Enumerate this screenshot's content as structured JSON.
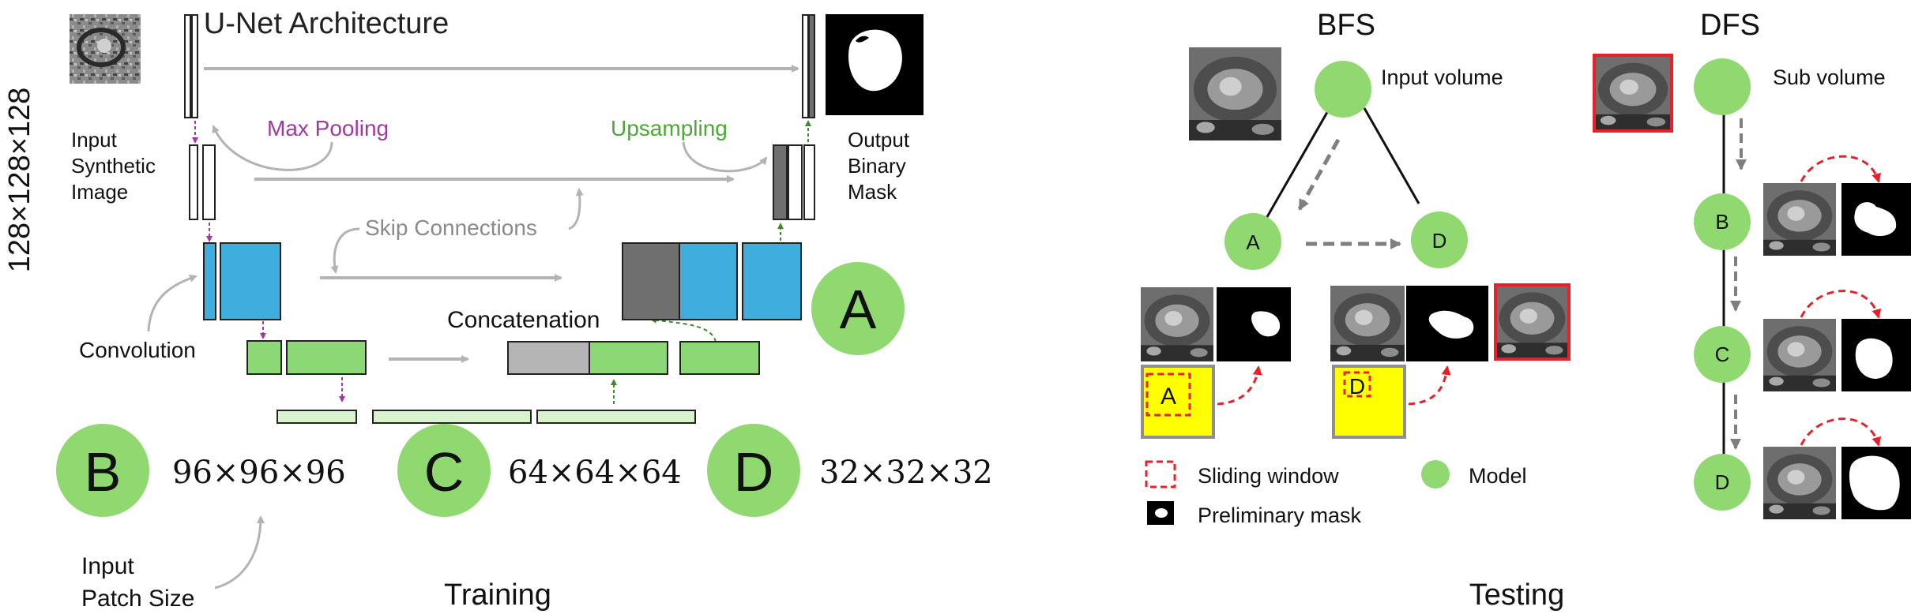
{
  "unet": {
    "title": "U-Net Architecture",
    "side_label": "128×128×128",
    "input_label": [
      "Input",
      "Synthetic",
      "Image"
    ],
    "output_label": [
      "Output",
      "Binary",
      "Mask"
    ],
    "max_pooling": "Max Pooling",
    "upsampling": "Upsampling",
    "skip_connections": "Skip Connections",
    "concatenation": "Concatenation",
    "convolution": "Convolution"
  },
  "patches": {
    "items": [
      {
        "letter": "B",
        "size": "96×96×96"
      },
      {
        "letter": "C",
        "size": "64×64×64"
      },
      {
        "letter": "D",
        "size": "32×32×32"
      }
    ],
    "badge_a": "A",
    "input_patch_label": [
      "Input",
      "Patch Size"
    ]
  },
  "section_labels": {
    "training": "Training",
    "testing": "Testing"
  },
  "bfs": {
    "title": "BFS",
    "input_volume": "Input volume",
    "nodes": {
      "root": "",
      "a": "A",
      "d": "D"
    },
    "window_a": "A",
    "window_d": "D"
  },
  "dfs": {
    "title": "DFS",
    "sub_volume": "Sub volume",
    "nodes": [
      "B",
      "C",
      "D"
    ]
  },
  "legend": {
    "sliding_window": "Sliding window",
    "model": "Model",
    "preliminary_mask": "Preliminary mask"
  },
  "colors": {
    "green_circle": "#8fd970",
    "blue_block": "#3faedf",
    "green_block": "#8cd876",
    "light_green_block": "#d9f2d0",
    "gray_block": "#6f6f6f",
    "light_gray_block": "#b5b5b5",
    "purple": "#a03a9e",
    "green_text": "#4aaa35",
    "red": "#e8202a",
    "yellow": "#ffff00",
    "arrow_gray": "#b3b3b3"
  }
}
